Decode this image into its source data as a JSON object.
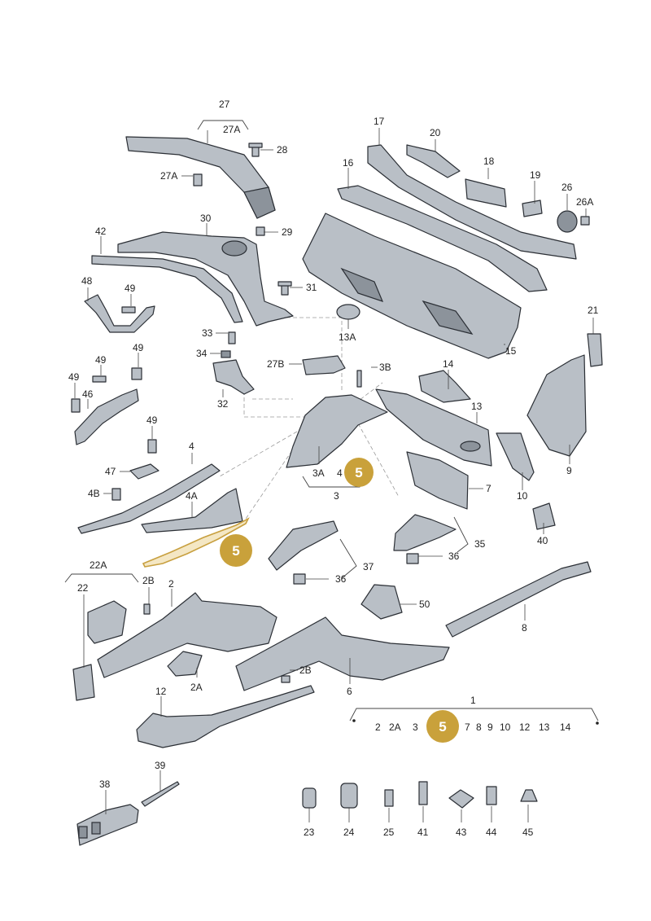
{
  "diagram": {
    "labels": {
      "l27": "27",
      "l27A_top": "27A",
      "l28": "28",
      "l27A": "27A",
      "l30": "30",
      "l29": "29",
      "l42": "42",
      "l31": "31",
      "l48": "48",
      "l49a": "49",
      "l33": "33",
      "l34": "34",
      "l27B": "27B",
      "l32": "32",
      "l49b": "49",
      "l49c": "49",
      "l49d": "49",
      "l46": "46",
      "l49e": "49",
      "l4": "4",
      "l47": "47",
      "l4B": "4B",
      "l4A": "4A",
      "l17": "17",
      "l20": "20",
      "l16": "16",
      "l18": "18",
      "l19": "19",
      "l26": "26",
      "l26A": "26A",
      "l13A": "13A",
      "l15": "15",
      "l3B": "3B",
      "l14": "14",
      "l13": "13",
      "l21": "21",
      "l3A": "3A",
      "l4small": "4",
      "l3": "3",
      "l7": "7",
      "l10": "10",
      "l9": "9",
      "l35": "35",
      "l36a": "36",
      "l37": "37",
      "l36b": "36",
      "l40": "40",
      "l50": "50",
      "l22A": "22A",
      "l22": "22",
      "l2B_top": "2B",
      "l2": "2",
      "l2A": "2A",
      "l8": "8",
      "l2B": "2B",
      "l6": "6",
      "l12": "12",
      "l1": "1",
      "s_2": "2",
      "s_2A": "2A",
      "s_3": "3",
      "s_7": "7",
      "s_8": "8",
      "s_9": "9",
      "s_10": "10",
      "s_12": "12",
      "s_13": "13",
      "s_14": "14",
      "l39": "39",
      "l38": "38",
      "l23": "23",
      "l24": "24",
      "l25": "25",
      "l41": "41",
      "l43": "43",
      "l44": "44",
      "l45": "45"
    },
    "badges": {
      "b1": "5",
      "b2": "5",
      "b3": "5"
    },
    "colors": {
      "badge": "#c9a13b",
      "highlight_fill": "#f4e7c4",
      "highlight_stroke": "#c8a040",
      "part": "#b9bfc6"
    }
  }
}
